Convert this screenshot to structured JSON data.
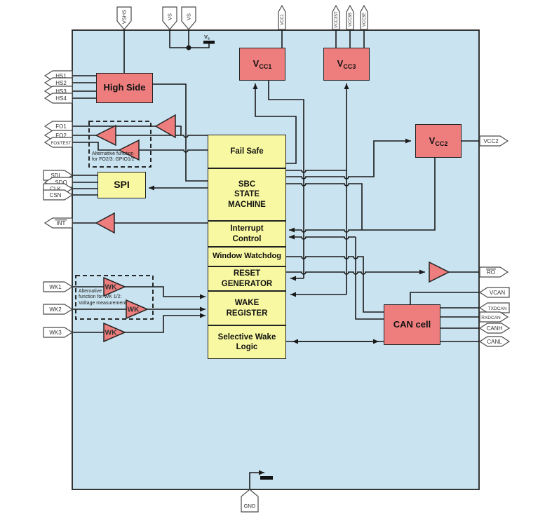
{
  "diagram": {
    "title_hint": "SBC block diagram",
    "supply_rail_label": {
      "main": "V",
      "sub": "s"
    },
    "wk_buffer_label": "WK",
    "colors": {
      "chip_fill": "#c9e3f0",
      "chip_border": "#222222",
      "block_red": "#ee7e7e",
      "block_yellow": "#f8f8a2",
      "wire": "#1a1a1a",
      "tag_fill": "#ffffff",
      "tag_border": "#4a4a4a"
    },
    "blocks": {
      "high_side": {
        "label": "High Side"
      },
      "vcc1": {
        "main": "V",
        "sub": "CC1"
      },
      "vcc2": {
        "main": "V",
        "sub": "CC2"
      },
      "vcc3": {
        "main": "V",
        "sub": "CC3"
      },
      "can_cell": {
        "label": "CAN cell"
      },
      "spi": {
        "label": "SPI"
      },
      "fail_safe": {
        "label": "Fail Safe"
      },
      "sbc_state_machine": {
        "label": "SBC\nSTATE\nMACHINE"
      },
      "interrupt_control": {
        "label": "Interrupt\nControl"
      },
      "window_watchdog": {
        "label": "Window Watchdog"
      },
      "reset_generator": {
        "label": "RESET\nGENERATOR"
      },
      "wake_register": {
        "label": "WAKE\nREGISTER"
      },
      "selective_wake_logic": {
        "label": "Selective Wake\nLogic"
      }
    },
    "notes": {
      "fo_alt": "Alternative function\nfor FO2/3: GPIO1/2",
      "wk_alt": "Alternative\nfunction for WK 1/2:\nVoltage measurement"
    },
    "pins": {
      "left": [
        {
          "label": "HS1",
          "dir": "out"
        },
        {
          "label": "HS2",
          "dir": "out"
        },
        {
          "label": "HS3",
          "dir": "out"
        },
        {
          "label": "HS4",
          "dir": "out"
        },
        {
          "label": "FO1",
          "dir": "out"
        },
        {
          "label": "FO2",
          "dir": "out"
        },
        {
          "label": "FO3/TEST",
          "dir": "out"
        },
        {
          "label": "SDI",
          "dir": "in"
        },
        {
          "label": "SDO",
          "dir": "out"
        },
        {
          "label": "CLK",
          "dir": "in"
        },
        {
          "label": "CSN",
          "dir": "in"
        },
        {
          "label": "INT",
          "dir": "out",
          "overline": true
        },
        {
          "label": "WK1",
          "dir": "in"
        },
        {
          "label": "WK2",
          "dir": "in"
        },
        {
          "label": "WK3",
          "dir": "in"
        }
      ],
      "right": [
        {
          "label": "VCC2",
          "dir": "out"
        },
        {
          "label": "RO",
          "dir": "out",
          "overline": true
        },
        {
          "label": "VCAN",
          "dir": "in"
        },
        {
          "label": "TXDCAN",
          "dir": "in"
        },
        {
          "label": "RXDCAN",
          "dir": "out"
        },
        {
          "label": "CANH",
          "dir": "bi"
        },
        {
          "label": "CANL",
          "dir": "bi"
        }
      ],
      "top": [
        {
          "label": "VSHS",
          "dir": "in"
        },
        {
          "label": "VS",
          "dir": "in"
        },
        {
          "label": "VS",
          "dir": "in"
        },
        {
          "label": "VCC1",
          "dir": "out"
        },
        {
          "label": "VCC3ST",
          "dir": "out"
        },
        {
          "label": "VCC3B",
          "dir": "out"
        },
        {
          "label": "VCC3E",
          "dir": "out"
        }
      ],
      "bottom": [
        {
          "label": "GND",
          "dir": "in"
        }
      ]
    }
  }
}
